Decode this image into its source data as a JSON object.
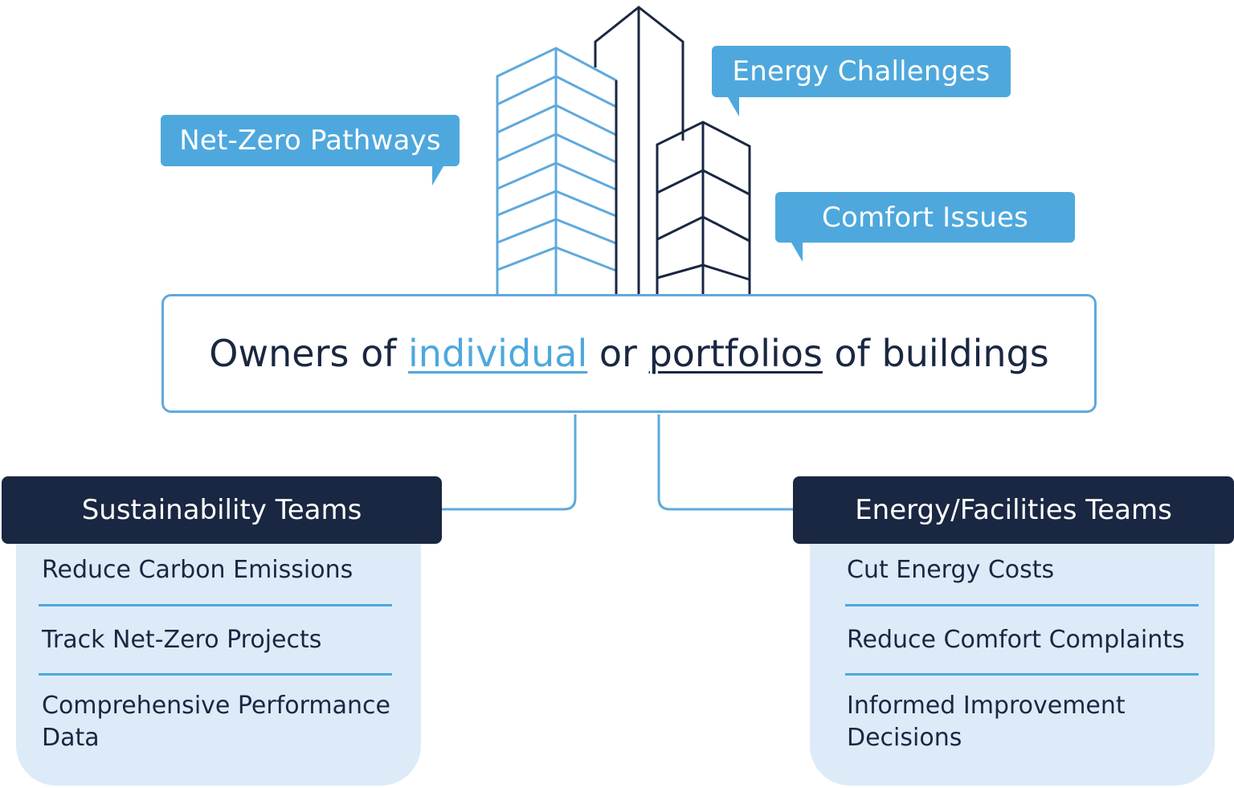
{
  "speech_bubbles": {
    "net_zero": "Net-Zero Pathways",
    "energy": "Energy Challenges",
    "comfort": "Comfort Issues"
  },
  "central_statement": {
    "prefix": "Owners of ",
    "highlight_1": "individual",
    "middle": " or ",
    "highlight_2": "portfolios",
    "suffix": " of buildings"
  },
  "teams": [
    {
      "title": "Sustainability Teams",
      "goals": [
        "Reduce Carbon Emissions",
        "Track Net-Zero Projects",
        "Comprehensive Performance Data"
      ]
    },
    {
      "title": "Energy/Facilities Teams",
      "goals": [
        "Cut Energy Costs",
        "Reduce Comfort Complaints",
        "Informed Improvement Decisions"
      ]
    }
  ],
  "colors": {
    "accent_blue": "#4ea8dd",
    "navy": "#1a2742",
    "panel_bg": "#dcebf7"
  }
}
